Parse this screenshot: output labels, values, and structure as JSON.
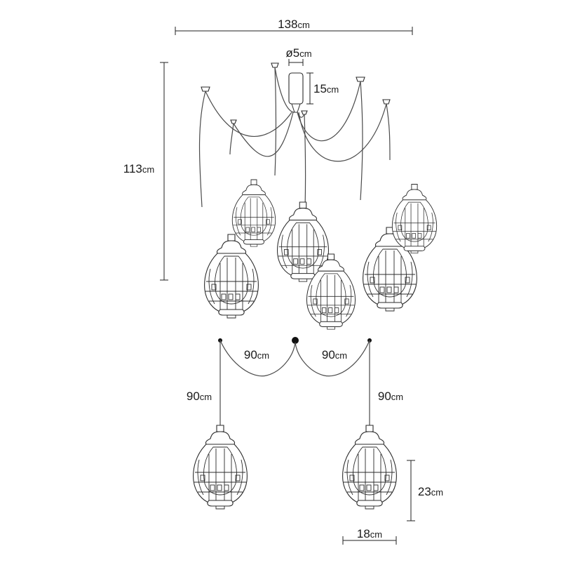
{
  "top_view": {
    "width_label": {
      "num": "138",
      "unit": "cm"
    },
    "height_label": {
      "num": "113",
      "unit": "cm"
    },
    "canopy_diameter_label": {
      "num": "ø5",
      "unit": "cm"
    },
    "canopy_height_label": {
      "num": "15",
      "unit": "cm"
    }
  },
  "detail_view": {
    "span_left_label": {
      "num": "90",
      "unit": "cm"
    },
    "span_right_label": {
      "num": "90",
      "unit": "cm"
    },
    "drop_left_label": {
      "num": "90",
      "unit": "cm"
    },
    "drop_right_label": {
      "num": "90",
      "unit": "cm"
    },
    "shade_height_label": {
      "num": "23",
      "unit": "cm"
    },
    "shade_width_label": {
      "num": "18",
      "unit": "cm"
    }
  }
}
